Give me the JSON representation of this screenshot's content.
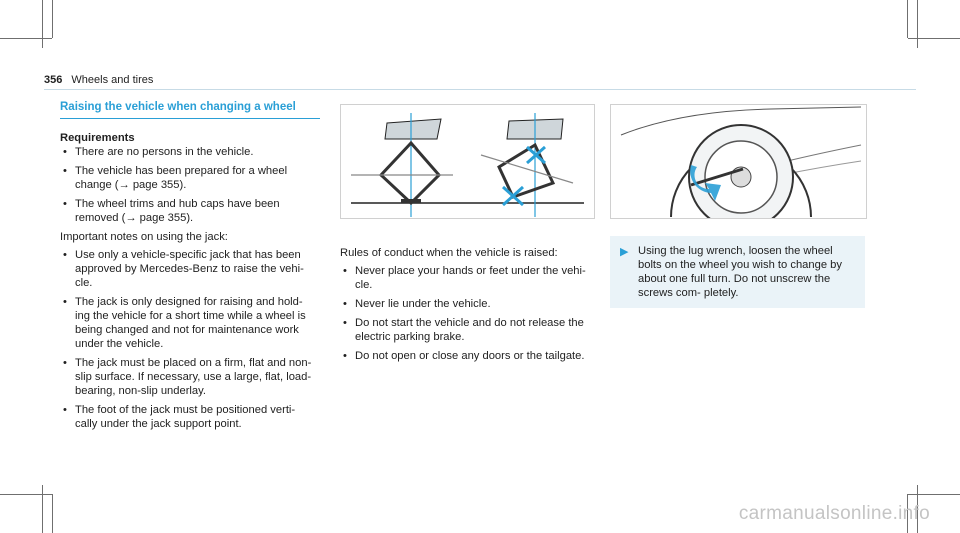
{
  "header": {
    "page_number": "356",
    "title": "Wheels and tires"
  },
  "section": {
    "title": "Raising the vehicle when changing a wheel",
    "requirements_heading": "Requirements",
    "requirements": [
      "There are no persons in the vehicle.",
      "The vehicle has been prepared for a wheel change (→ page 355).",
      "The wheel trims and hub caps have been removed (→ page 355)."
    ],
    "notes_intro": "Important notes on using the jack:",
    "notes": [
      "Use only a vehicle-specific jack that has been approved by Mercedes-Benz to raise the vehi- cle.",
      "The jack is only designed for raising and hold- ing the vehicle for a short time while a wheel is being changed and not for maintenance work under the vehicle.",
      "The jack must be placed on a firm, flat and non-slip surface. If necessary, use a large, flat, load-bearing, non-slip underlay.",
      "The foot of the jack must be positioned verti- cally under the jack support point."
    ]
  },
  "conduct": {
    "intro": "Rules of conduct when the vehicle is raised:",
    "rules": [
      "Never place your hands or feet under the vehi- cle.",
      "Never lie under the vehicle.",
      "Do not start the vehicle and do not release the electric parking brake.",
      "Do not open or close any doors or the tailgate."
    ]
  },
  "action": {
    "arrow_icon": "▶",
    "text": "Using the lug wrench, loosen the wheel bolts on the wheel you wish to change by about one full turn. Do not unscrew the screws com- pletely."
  },
  "watermark": "carmanualsonline.info",
  "colors": {
    "accent": "#2a9fd6",
    "action_bg": "#eaf3f8"
  }
}
